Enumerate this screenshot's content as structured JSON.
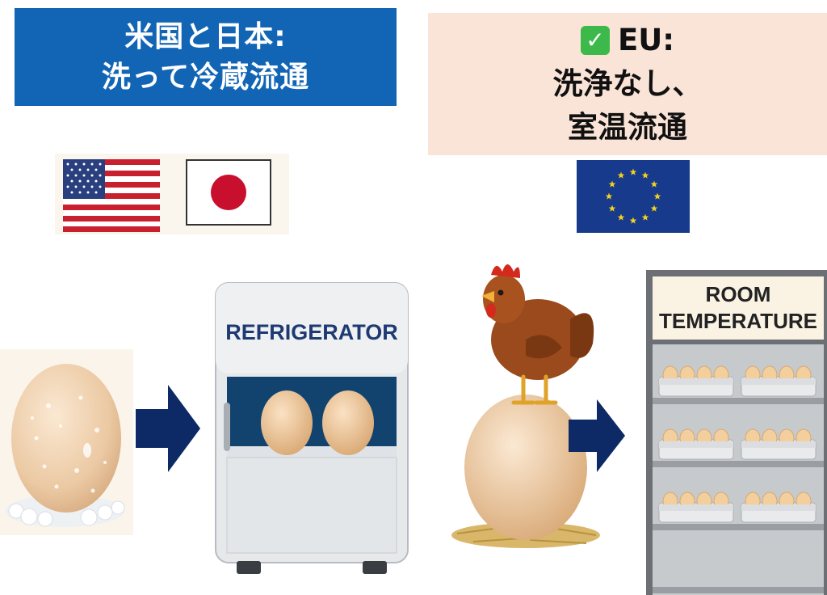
{
  "usjp_box": {
    "line1": "米国と日本:",
    "line2": "洗って冷蔵流通"
  },
  "eu_box": {
    "check_glyph": "✓",
    "line1": "EU:",
    "line2": "洗浄なし、",
    "line3": "室温流通"
  },
  "flags": [
    "us-flag",
    "japan-flag",
    "eu-flag"
  ],
  "fridge": {
    "label": "REFRIGERATOR"
  },
  "shelf": {
    "line1": "ROOM",
    "line2": "TEMPERATURE"
  },
  "colors": {
    "usjp_box": "#1265b5",
    "eu_box": "#fae4d8",
    "arrow": "#0d2a66",
    "check": "#3cb94a"
  }
}
